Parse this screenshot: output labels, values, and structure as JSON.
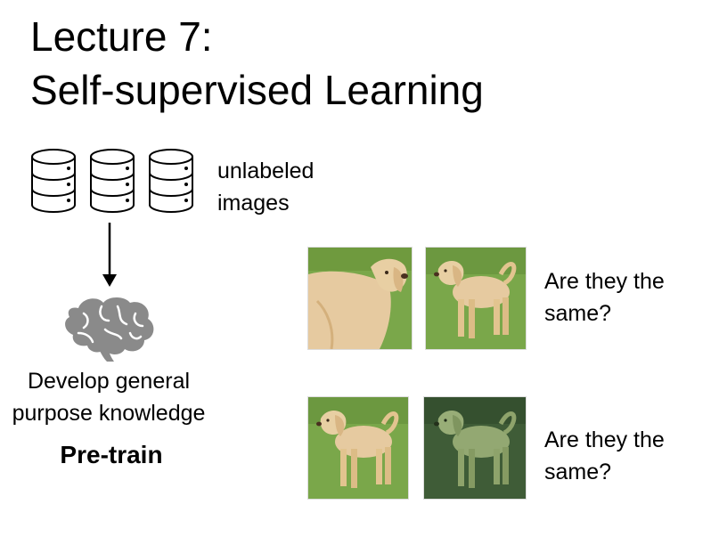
{
  "title": {
    "line1": "Lecture 7:",
    "line2": "Self-supervised Learning"
  },
  "data_source": {
    "icon": "database-icon",
    "label_line1": "unlabeled",
    "label_line2": "images"
  },
  "pretrain": {
    "icon": "brain-icon",
    "desc_line1": "Develop general",
    "desc_line2": "purpose knowledge",
    "stage_label": "Pre-train"
  },
  "comparisons": [
    {
      "question_line1": "Are they the",
      "question_line2": "same?"
    },
    {
      "question_line1": "Are they the",
      "question_line2": "same?"
    }
  ],
  "colors": {
    "brain": "#8a8a8a",
    "grass": "#6e9a3c",
    "dog": "#e2c48f",
    "grass_tinted": "#3f5c37",
    "dog_tinted": "#8ea36b"
  }
}
